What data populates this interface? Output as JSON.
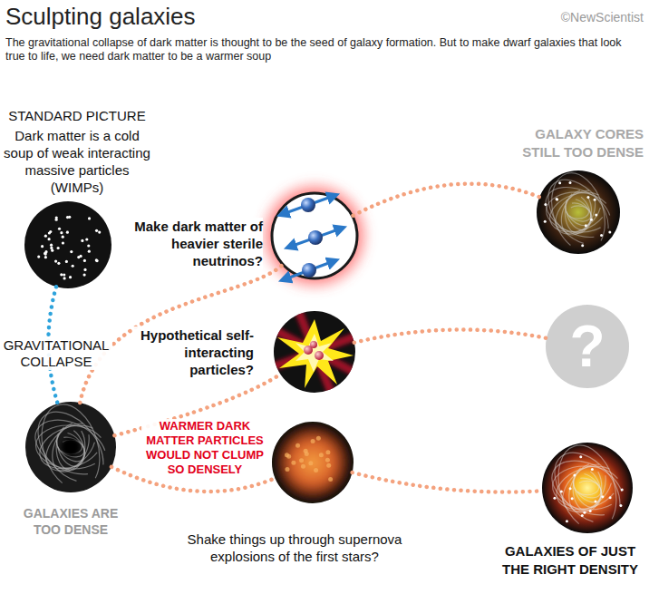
{
  "diagram": {
    "title": "Sculpting galaxies",
    "caption": "The gravitational collapse of dark matter is thought to be the seed of galaxy formation. But to make dwarf galaxies that look true to life, we need dark matter to be a warmer soup",
    "nodes": [
      {
        "text": [
          "STANDARD PICTURE",
          "Dark matter is a cold soup of weak interacting massive particles (WIMPs)"
        ]
      },
      {
        "text": [
          "GALAXIES ARE TOO DENSE"
        ]
      },
      {
        "text": [
          "Make dark matter of heavier sterile neutrinos?"
        ]
      },
      {
        "text": [
          "Hypothetical self-interacting particles?"
        ]
      },
      {
        "text": [
          "Shake things up through supernova explosions of the first stars?"
        ]
      },
      {
        "text": [
          "GALAXY CORES STILL TOO DENSE"
        ]
      },
      {
        "text": [
          "?"
        ]
      },
      {
        "text": [
          "GALAXIES OF JUST THE RIGHT DENSITY"
        ]
      }
    ],
    "edges": [
      {
        "from": 0,
        "to": 1,
        "label": "GRAVITATIONAL COLLAPSE",
        "arrow": "none"
      },
      {
        "from": 1,
        "to": 2,
        "arrow": "none"
      },
      {
        "from": 1,
        "to": 3,
        "arrow": "none"
      },
      {
        "from": 1,
        "to": 4,
        "arrow": "none"
      },
      {
        "from": 2,
        "to": 5,
        "arrow": "none"
      },
      {
        "from": 3,
        "to": 6,
        "arrow": "none"
      },
      {
        "from": 4,
        "to": 7,
        "arrow": "none"
      }
    ],
    "labels": [
      "©NewScientist",
      "WARMER DARK MATTER PARTICLES WOULD NOT CLUMP SO DENSELY"
    ]
  }
}
